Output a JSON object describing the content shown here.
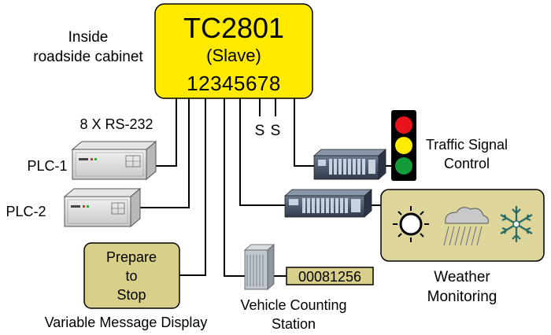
{
  "controller": {
    "title": "TC2801",
    "subtitle": "(Slave)",
    "ports": "12345678",
    "color": "#ffea00",
    "location_line1": "Inside",
    "location_line2": "roadside cabinet"
  },
  "interface_label": "8 X RS-232",
  "plc1_label": "PLC-1",
  "plc2_label": "PLC-2",
  "sensor_s1": "S",
  "sensor_s2": "S",
  "traffic_signal": {
    "line1": "Traffic Signal",
    "line2": "Control",
    "lights": [
      "#e8131b",
      "#ffec00",
      "#149b3a"
    ]
  },
  "weather": {
    "line1": "Weather",
    "line2": "Monitoring",
    "icons": [
      "sun-icon",
      "rain-cloud-icon",
      "snowflake-icon"
    ],
    "panel_color": "#ddd59a"
  },
  "vms": {
    "line1": "Prepare",
    "line2": "to",
    "line3": "Stop",
    "caption": "Variable Message Display",
    "panel_color": "#d8cf8a"
  },
  "counting": {
    "display": "00081256",
    "caption_line1": "Vehicle Counting",
    "caption_line2": "Station"
  }
}
